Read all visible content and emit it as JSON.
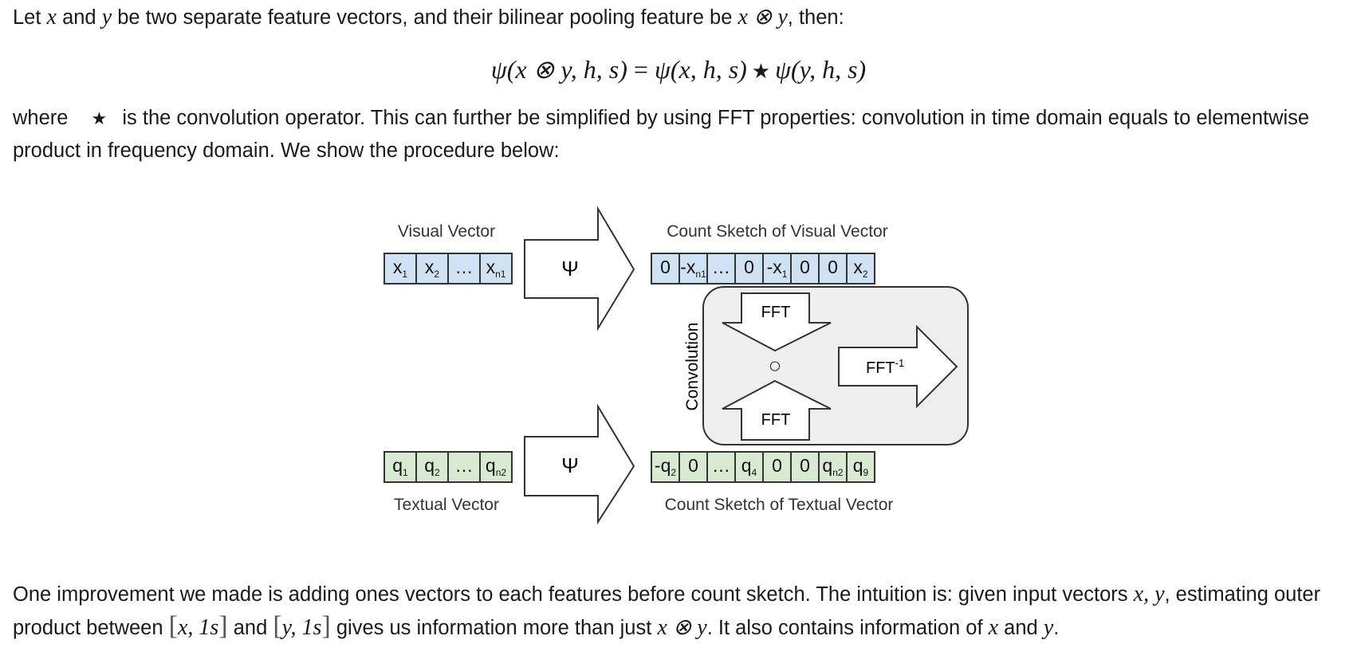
{
  "p1": {
    "t1": "Let ",
    "x": "x",
    "t2": " and ",
    "y": "y",
    "t3": " be two separate feature vectors, and their bilinear pooling feature be ",
    "xy": "x ⊗ y",
    "t4": ", then:"
  },
  "equation": {
    "psi": "ψ",
    "lhs_args": "(x ⊗ y, h, s)",
    "eq": " = ",
    "r1_args": "(x, h, s)",
    "star": "★",
    "r2_args": "(y, h, s)"
  },
  "p2": {
    "t1": "where ",
    "star": "★",
    "t2": " is the convolution operator. This can further be simplified by using FFT properties: convolution in time domain equals to elementwise product in frequency domain. We show the procedure below:"
  },
  "figure": {
    "visual_label": "Visual Vector",
    "textual_label": "Textual Vector",
    "cs_visual_label": "Count Sketch of Visual Vector",
    "cs_textual_label": "Count Sketch of Textual Vector",
    "psi": "Ψ",
    "fft": "FFT",
    "ifft": "FFT",
    "ifft_sup": "-1",
    "convolution": "Convolution",
    "circle": "○",
    "visual_cells": [
      "x1",
      "x2",
      "...",
      "xn1"
    ],
    "textual_cells": [
      "q1",
      "q2",
      "...",
      "qn2"
    ],
    "cs_visual_cells": [
      "0",
      "-xn1",
      "...",
      "0",
      "-x1",
      "0",
      "0",
      "x2"
    ],
    "cs_textual_cells": [
      "-q2",
      "0",
      "...",
      "q4",
      "0",
      "0",
      "qn2",
      "q9"
    ],
    "colors": {
      "visual_fill": "#cfe2f3",
      "textual_fill": "#d9ead3",
      "box_fill": "#efefef"
    }
  },
  "p3": {
    "t1": "One improvement we made is adding ones vectors to each features before count sketch. The intuition is: given input vectors ",
    "xy_list": "x, y",
    "t2": ", estimating outer product between ",
    "v1": "x, 1s",
    "t3": " and ",
    "v2": "y, 1s",
    "t4": " gives us information more than just ",
    "xy": "x ⊗ y",
    "t5": ". It also contains information of ",
    "x": "x",
    "t6": " and ",
    "y": "y",
    "t7": "."
  }
}
